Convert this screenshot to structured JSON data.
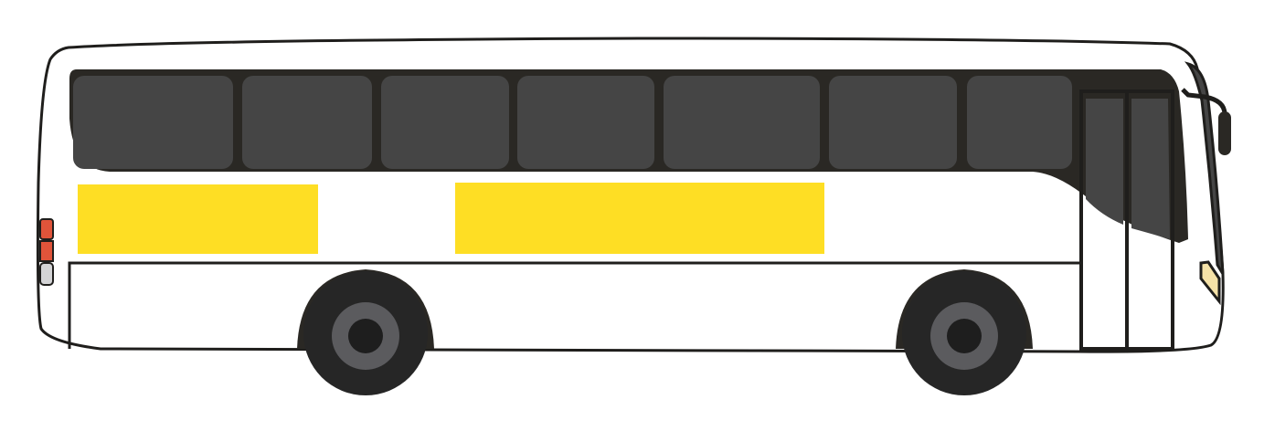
{
  "illustration": {
    "subject": "bus",
    "colors": {
      "body": "#ffffff",
      "outline": "#1f1e1c",
      "window_frame": "#2a2824",
      "window_glass": "#454545",
      "accent_panel": "#fede24",
      "tail_light": "#e0543a",
      "reverse_light": "#d4d4d6",
      "tire": "#262626",
      "hub": "#5b5b5e",
      "hub_center": "#1e1e1e",
      "headlight": "#f5e2a8"
    },
    "side_window_count": 7,
    "wheel_count": 2,
    "accent_panel_count": 2
  }
}
